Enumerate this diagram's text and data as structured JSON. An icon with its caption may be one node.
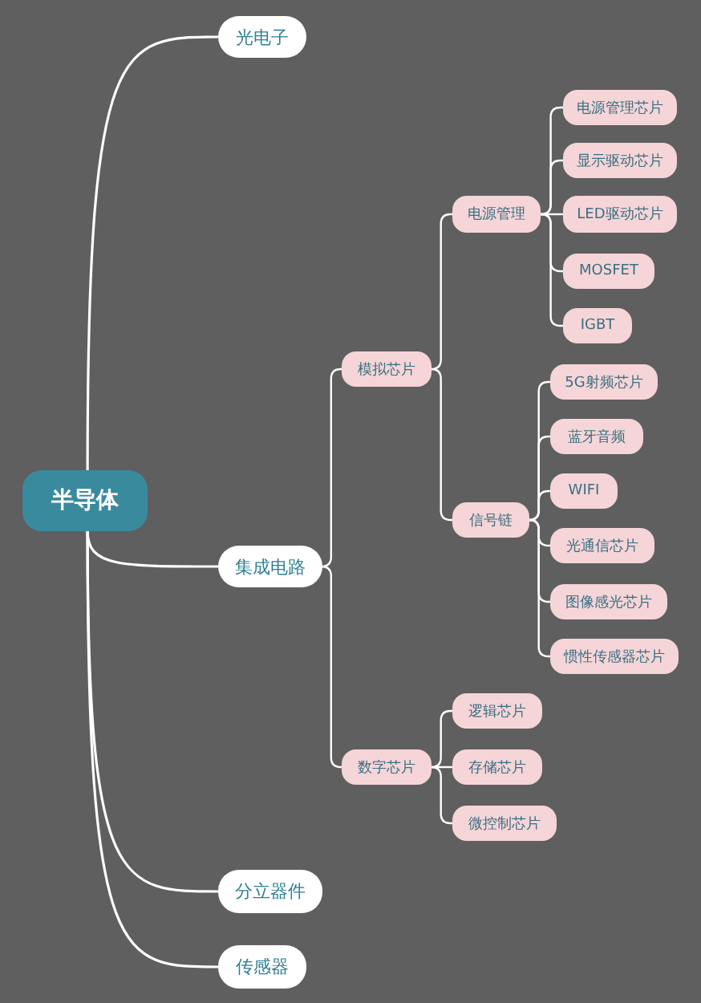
{
  "diagram": {
    "nodes": [
      {
        "text": [
          "半导体"
        ]
      },
      {
        "text": [
          "光电子"
        ]
      },
      {
        "text": [
          "集成电路"
        ]
      },
      {
        "text": [
          "分立器件"
        ]
      },
      {
        "text": [
          "传感器"
        ]
      },
      {
        "text": [
          "模拟芯片"
        ]
      },
      {
        "text": [
          "电源管理"
        ]
      },
      {
        "text": [
          "电源管理芯片"
        ]
      },
      {
        "text": [
          "显示驱动芯片"
        ]
      },
      {
        "text": [
          "LED驱动芯片"
        ]
      },
      {
        "text": [
          "MOSFET"
        ]
      },
      {
        "text": [
          "IGBT"
        ]
      },
      {
        "text": [
          "信号链"
        ]
      },
      {
        "text": [
          "5G射频芯片"
        ]
      },
      {
        "text": [
          "蓝牙音频"
        ]
      },
      {
        "text": [
          "WIFI"
        ]
      },
      {
        "text": [
          "光通信芯片"
        ]
      },
      {
        "text": [
          "图像感光芯片"
        ]
      },
      {
        "text": [
          "惯性传感器芯片"
        ]
      },
      {
        "text": [
          "数字芯片"
        ]
      },
      {
        "text": [
          "逻辑芯片"
        ]
      },
      {
        "text": [
          "存储芯片"
        ]
      },
      {
        "text": [
          "微控制芯片"
        ]
      }
    ],
    "edges": [
      {
        "from": 0,
        "to": 1,
        "arrow": "none"
      },
      {
        "from": 0,
        "to": 2,
        "arrow": "none"
      },
      {
        "from": 0,
        "to": 3,
        "arrow": "none"
      },
      {
        "from": 0,
        "to": 4,
        "arrow": "none"
      },
      {
        "from": 2,
        "to": 5,
        "arrow": "none"
      },
      {
        "from": 2,
        "to": 19,
        "arrow": "none"
      },
      {
        "from": 5,
        "to": 6,
        "arrow": "none"
      },
      {
        "from": 5,
        "to": 12,
        "arrow": "none"
      },
      {
        "from": 6,
        "to": 7,
        "arrow": "none"
      },
      {
        "from": 6,
        "to": 8,
        "arrow": "none"
      },
      {
        "from": 6,
        "to": 9,
        "arrow": "none"
      },
      {
        "from": 6,
        "to": 10,
        "arrow": "none"
      },
      {
        "from": 6,
        "to": 11,
        "arrow": "none"
      },
      {
        "from": 12,
        "to": 13,
        "arrow": "none"
      },
      {
        "from": 12,
        "to": 14,
        "arrow": "none"
      },
      {
        "from": 12,
        "to": 15,
        "arrow": "none"
      },
      {
        "from": 12,
        "to": 16,
        "arrow": "none"
      },
      {
        "from": 12,
        "to": 17,
        "arrow": "none"
      },
      {
        "from": 12,
        "to": 18,
        "arrow": "none"
      },
      {
        "from": 19,
        "to": 20,
        "arrow": "none"
      },
      {
        "from": 19,
        "to": 21,
        "arrow": "none"
      },
      {
        "from": 19,
        "to": 22,
        "arrow": "none"
      }
    ]
  }
}
